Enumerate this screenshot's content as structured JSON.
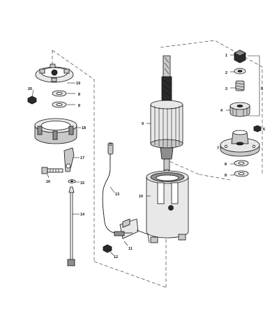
{
  "diagram": {
    "callouts": [
      {
        "id": "c1",
        "label": "1"
      },
      {
        "id": "c2",
        "label": "2"
      },
      {
        "id": "c3",
        "label": "3"
      },
      {
        "id": "c4",
        "label": "4"
      },
      {
        "id": "c5",
        "label": "5"
      },
      {
        "id": "c6",
        "label": "6"
      },
      {
        "id": "c7",
        "label": "7"
      },
      {
        "id": "c8a",
        "label": "8"
      },
      {
        "id": "c8b",
        "label": "8"
      },
      {
        "id": "c8c",
        "label": "8"
      },
      {
        "id": "c8d",
        "label": "8"
      },
      {
        "id": "c9",
        "label": "9"
      },
      {
        "id": "c10",
        "label": "10"
      },
      {
        "id": "c11",
        "label": "11"
      },
      {
        "id": "c12",
        "label": "12"
      },
      {
        "id": "c13",
        "label": "13"
      },
      {
        "id": "c14",
        "label": "14"
      },
      {
        "id": "c15",
        "label": "15"
      },
      {
        "id": "c16",
        "label": "16"
      },
      {
        "id": "c17",
        "label": "17"
      },
      {
        "id": "c18",
        "label": "18"
      },
      {
        "id": "c19",
        "label": "19"
      },
      {
        "id": "c20",
        "label": "20"
      }
    ]
  }
}
